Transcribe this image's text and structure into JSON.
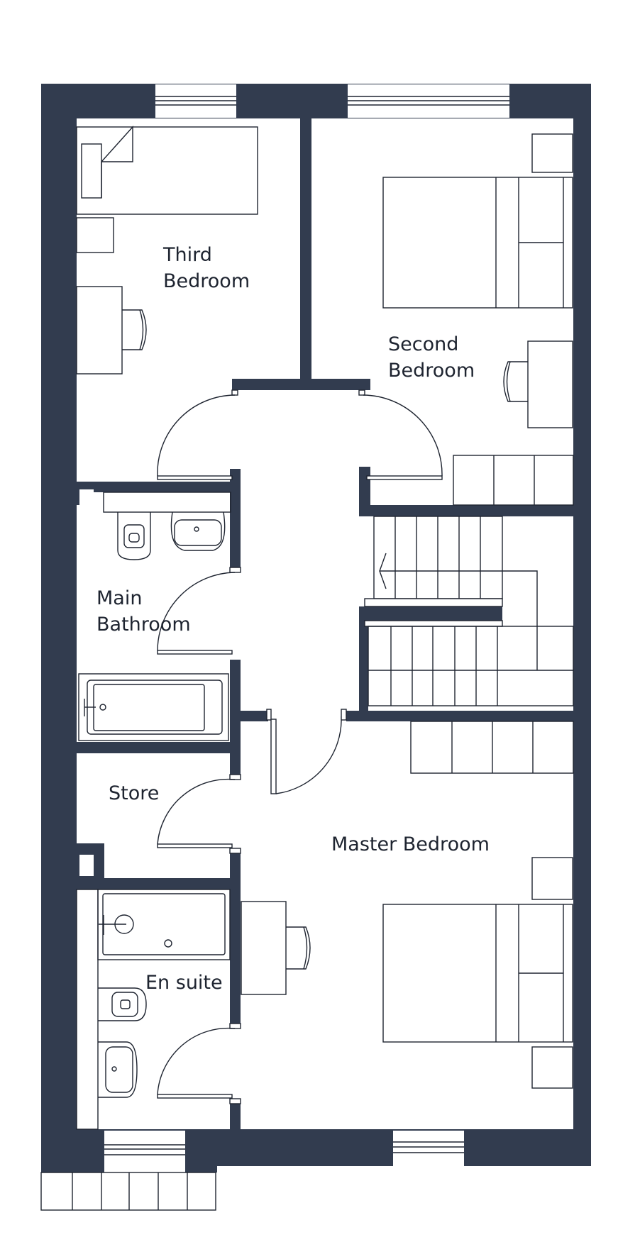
{
  "plan": {
    "wall_color": "#323c4f",
    "rooms": {
      "third_bedroom": [
        "Third",
        "Bedroom"
      ],
      "second_bedroom": [
        "Second",
        "Bedroom"
      ],
      "main_bathroom": [
        "Main",
        "Bathroom"
      ],
      "store": "Store",
      "master_bedroom": "Master Bedroom",
      "en_suite": "En suite"
    }
  }
}
